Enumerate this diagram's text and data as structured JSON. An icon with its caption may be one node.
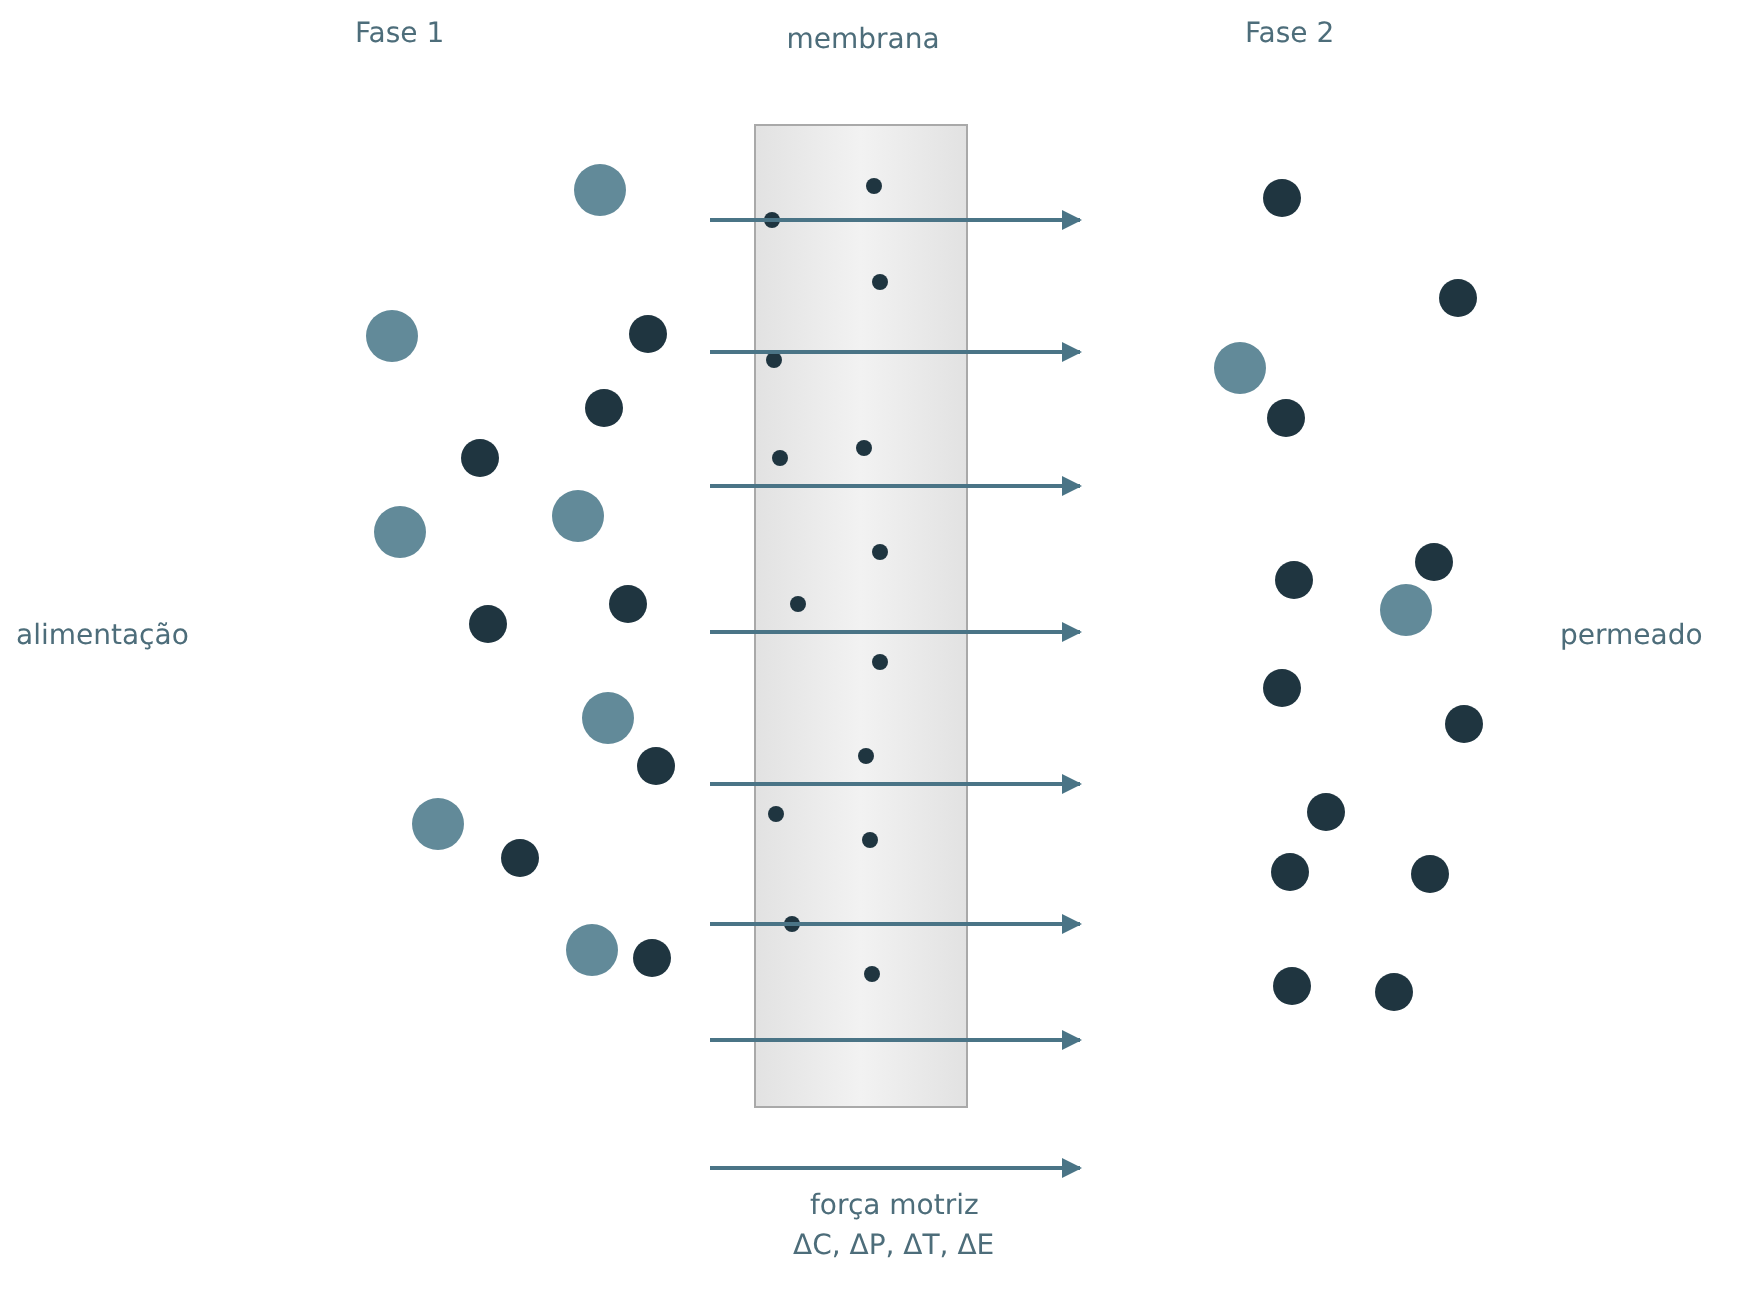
{
  "diagram": {
    "nodes": [
      {
        "text": [
          "membrana"
        ]
      }
    ],
    "labels": [
      "Fase 1",
      "Fase 2",
      "alimentação",
      "permeado",
      "força motriz",
      "ΔC, ΔP, ΔT, ΔE"
    ]
  }
}
